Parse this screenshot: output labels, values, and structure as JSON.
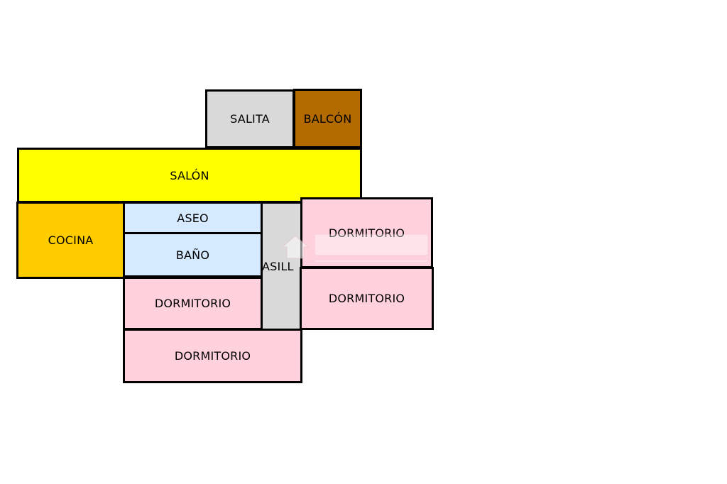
{
  "colors": {
    "salita": "#d9d9d9",
    "balcon": "#b36b00",
    "salon": "#ffff00",
    "cocina": "#ffcc00",
    "bathroom": "#d6eaff",
    "pasillo": "#d9d9d9",
    "dormitorio": "#ffd1dc",
    "border": "#000000"
  },
  "rooms": {
    "salita": "SALITA",
    "balcon": "BALCÓN",
    "salon": "SALÓN",
    "cocina": "COCINA",
    "aseo": "ASEO",
    "bano": "BAÑO",
    "pasillo": "ASILL",
    "dormitorio_1": "DORMITORIO",
    "dormitorio_2": "DORMITORIO",
    "dormitorio_3": "DORMITORIO",
    "dormitorio_4": "DORMITORIO"
  },
  "watermark_icon": "house-logo-icon"
}
